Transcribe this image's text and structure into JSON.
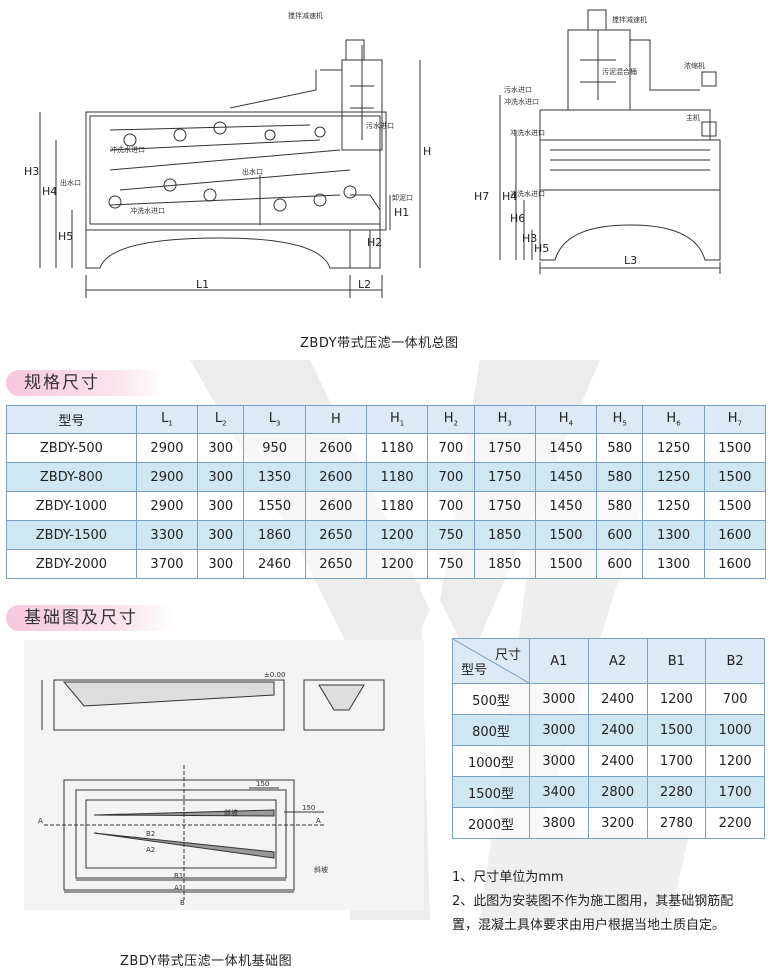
{
  "drawing1": {
    "labels": {
      "motor": "搅拌减速机",
      "sewage_in": "污水进口",
      "water_out": "出水口",
      "wash_in": "冲洗水进口",
      "wash_in2": "冲洗水进口",
      "mud_out": "卸泥口",
      "outlet": "出水口"
    },
    "dims": {
      "H3": "H3",
      "H4": "H4",
      "H5": "H5",
      "H": "H",
      "H1": "H1",
      "H2": "H2",
      "L1": "L1",
      "L2": "L2"
    }
  },
  "drawing2": {
    "labels": {
      "motor": "搅拌减速机",
      "tank": "污泥混合桶",
      "dosing": "浓缩机",
      "main": "主机",
      "sewage_in": "污水进口",
      "wash_in": "冲洗水进口",
      "wash_in2": "冲洗水进口",
      "wash_in3": "冲洗水进口"
    },
    "dims": {
      "H7": "H7",
      "H4": "H4",
      "H6": "H6",
      "H3": "H3",
      "H5": "H5",
      "L3": "L3"
    }
  },
  "caption_top": "ZBDY带式压滤一体机总图",
  "spec_section": "规格尺寸",
  "spec_table": {
    "headers": [
      "型号",
      "L",
      "L",
      "L",
      "H",
      "H",
      "H",
      "H",
      "H",
      "H",
      "H",
      "H"
    ],
    "header_subs": [
      "",
      "1",
      "2",
      "3",
      "",
      "1",
      "2",
      "3",
      "4",
      "5",
      "6",
      "7"
    ],
    "rows": [
      [
        "ZBDY-500",
        "2900",
        "300",
        "950",
        "2600",
        "1180",
        "700",
        "1750",
        "1450",
        "580",
        "1250",
        "1500"
      ],
      [
        "ZBDY-800",
        "2900",
        "300",
        "1350",
        "2600",
        "1180",
        "700",
        "1750",
        "1450",
        "580",
        "1250",
        "1500"
      ],
      [
        "ZBDY-1000",
        "2900",
        "300",
        "1550",
        "2600",
        "1180",
        "700",
        "1750",
        "1450",
        "580",
        "1250",
        "1500"
      ],
      [
        "ZBDY-1500",
        "3300",
        "300",
        "1860",
        "2650",
        "1200",
        "750",
        "1850",
        "1500",
        "600",
        "1300",
        "1600"
      ],
      [
        "ZBDY-2000",
        "3700",
        "300",
        "2460",
        "2650",
        "1200",
        "750",
        "1850",
        "1500",
        "600",
        "1300",
        "1600"
      ]
    ]
  },
  "base_section": "基础图及尺寸",
  "base_table": {
    "corner_top": "尺寸",
    "corner_bottom": "型号",
    "headers": [
      "A1",
      "A2",
      "B1",
      "B2"
    ],
    "rows": [
      [
        "500型",
        "3000",
        "2400",
        "1200",
        "700"
      ],
      [
        "800型",
        "3000",
        "2400",
        "1500",
        "1000"
      ],
      [
        "1000型",
        "3000",
        "2400",
        "1700",
        "1200"
      ],
      [
        "1500型",
        "3400",
        "2800",
        "2280",
        "1700"
      ],
      [
        "2000型",
        "3800",
        "3200",
        "2780",
        "2200"
      ]
    ]
  },
  "foundation": {
    "labels": {
      "zero": "±0.00",
      "slope": "斜坡",
      "slope2": "斜坡",
      "A": "A",
      "A_right": "A",
      "num150": "150",
      "num150b": "150",
      "B1": "B1",
      "B2": "B2",
      "A1": "A1",
      "A2": "A2",
      "bottom": "B"
    }
  },
  "notes": [
    "1、尺寸单位为mm",
    "2、此图为安装图不作为施工图用，其基础钢筋配",
    "置，混凝土具体要求由用户根据当地土质自定。"
  ],
  "caption_bottom": "ZBDY带式压滤一体机基础图",
  "colors": {
    "table_border": "#7aa0c8",
    "row_alt": "#cfe6f3",
    "header_bg": "#dbeaf6",
    "tag_pink": "#f7c7dd",
    "watermark": "#e8e8e8"
  }
}
